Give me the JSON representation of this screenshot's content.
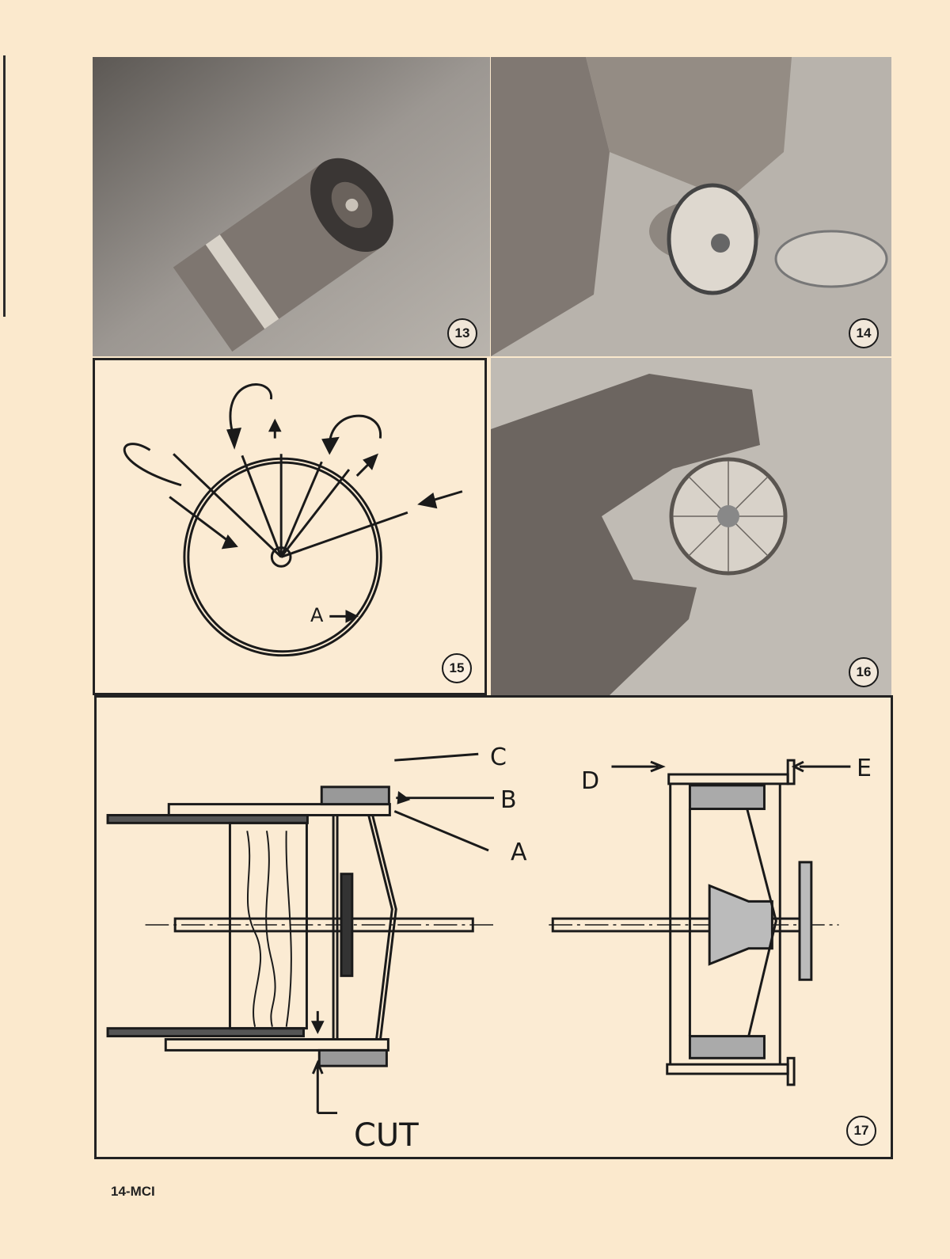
{
  "figures": {
    "fig13": {
      "number": "13"
    },
    "fig14": {
      "number": "14"
    },
    "fig15": {
      "number": "15",
      "label_a": "A"
    },
    "fig16": {
      "number": "16"
    },
    "fig17": {
      "number": "17",
      "label_a": "A",
      "label_b": "B",
      "label_c": "C",
      "label_d": "D",
      "label_e": "E",
      "label_cut": "CUT"
    }
  },
  "footer": {
    "page_label": "14-MCI"
  }
}
